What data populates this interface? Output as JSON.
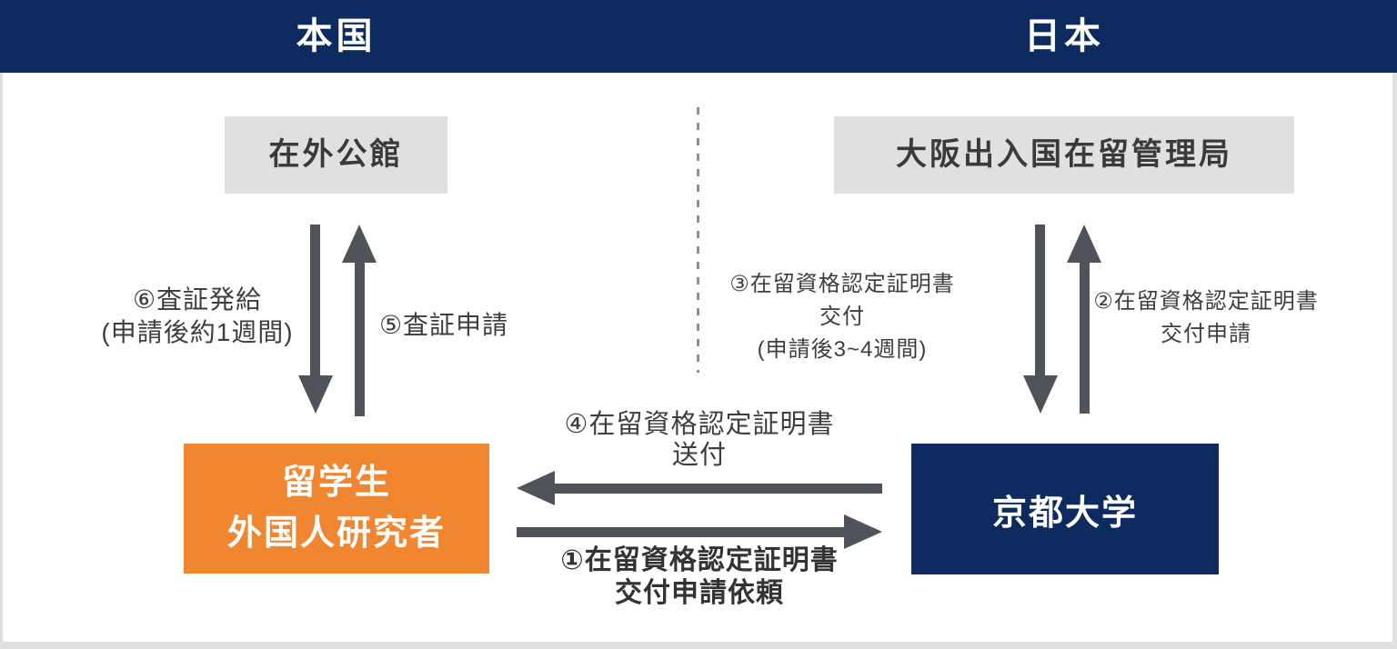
{
  "header": {
    "left_region_label": "本国",
    "right_region_label": "日本",
    "bg_color": "#0e2b5f",
    "text_color": "#ffffff"
  },
  "nodes": {
    "overseas_mission": {
      "label": "在外公館",
      "bg_color": "#e0e0e0",
      "text_color": "#3a3a3a"
    },
    "osaka_immigration_bureau": {
      "label": "大阪出入国在留管理局",
      "bg_color": "#e0e0e0",
      "text_color": "#3a3a3a"
    },
    "student_researcher": {
      "label_line1": "留学生",
      "label_line2": "外国人研究者",
      "bg_color": "#f0862f",
      "text_color": "#ffffff"
    },
    "kyoto_university": {
      "label": "京都大学",
      "bg_color": "#0e2b5f",
      "text_color": "#ffffff"
    }
  },
  "flows": {
    "step1": {
      "line1": "①在留資格認定証明書",
      "line2": "交付申請依頼"
    },
    "step2": {
      "line1": "②在留資格認定証明書",
      "line2": "交付申請"
    },
    "step3": {
      "line1": "③在留資格認定証明書",
      "line2": "交付",
      "line3": "(申請後3~4週間)"
    },
    "step4": {
      "line1": "④在留資格認定証明書",
      "line2": "送付"
    },
    "step5": {
      "label": "⑤査証申請"
    },
    "step6": {
      "line1": "⑥査証発給",
      "line2": "(申請後約1週間)"
    }
  },
  "styles": {
    "arrow_color": "#505359",
    "divider_color": "#8f8f8f",
    "frame_color": "#e0e0e0",
    "label_text_color": "#3e3e3e"
  }
}
